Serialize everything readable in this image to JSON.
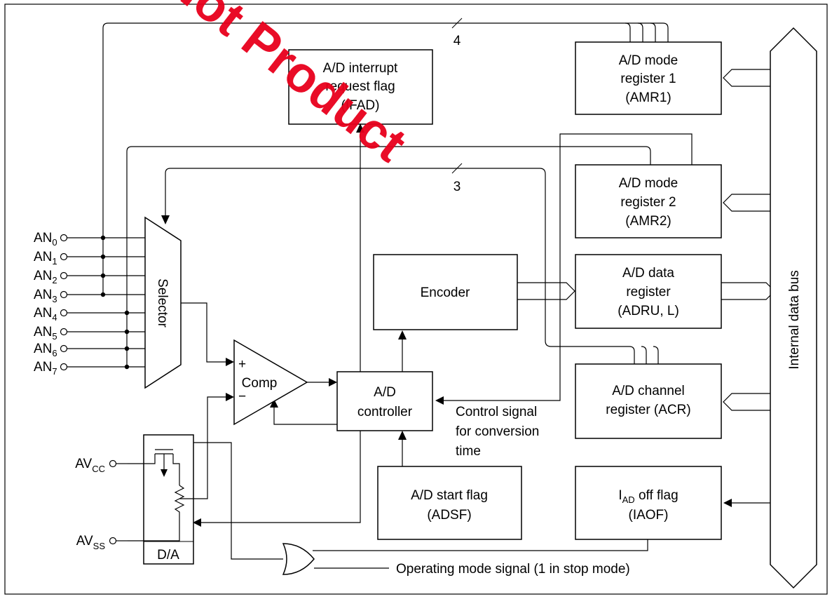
{
  "watermark": "Not Product",
  "pins": [
    "AN",
    "AN",
    "AN",
    "AN",
    "AN",
    "AN",
    "AN",
    "AN"
  ],
  "pin_subs": [
    "0",
    "1",
    "2",
    "3",
    "4",
    "5",
    "6",
    "7"
  ],
  "blocks": {
    "interrupt": [
      "A/D interrupt",
      "request flag",
      "(IFAD)"
    ],
    "amr1": [
      "A/D mode",
      "register 1",
      "(AMR1)"
    ],
    "amr2": [
      "A/D mode",
      "register 2",
      "(AMR2)"
    ],
    "adr": [
      "A/D data",
      "register",
      "(ADRU, L)"
    ],
    "acr": [
      "A/D channel",
      "register (ACR)"
    ],
    "iaof_main": "I",
    "iaof_sub": "AD",
    "iaof_rest": " off flag",
    "iaof_line2": "(IAOF)",
    "encoder": "Encoder",
    "controller": [
      "A/D",
      "controller"
    ],
    "adsf": [
      "A/D start flag",
      "(ADSF)"
    ],
    "selector": "Selector",
    "comp": "Comp",
    "plus": "+",
    "minus": "−",
    "da": "D/A",
    "bus": "Internal data bus"
  },
  "supplies": {
    "avcc_main": "AV",
    "avcc_sub": "CC",
    "avss_main": "AV",
    "avss_sub": "SS"
  },
  "bus_widths": {
    "top": "4",
    "middle": "3"
  },
  "notes": {
    "control": [
      "Control signal",
      "for conversion",
      "time"
    ],
    "operating": "Operating mode signal (1 in stop mode)"
  },
  "colors": {
    "watermark": "#e8001c",
    "ink": "#000000"
  }
}
